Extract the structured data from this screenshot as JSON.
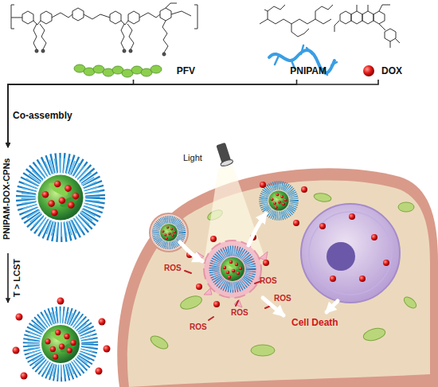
{
  "diagram": {
    "nodes": [
      {
        "text": [
          "PFV"
        ]
      },
      {
        "text": [
          "PNIPAM"
        ]
      },
      {
        "text": [
          "DOX"
        ]
      },
      {
        "text": [
          "PNIPAM-DOX-CPNs"
        ]
      }
    ],
    "edges": [
      {
        "from": 0,
        "to": 3,
        "arrow": "to",
        "label": "Co-assembly"
      },
      {
        "from": 1,
        "to": 3,
        "arrow": "to"
      },
      {
        "from": 2,
        "to": 3,
        "arrow": "to"
      }
    ],
    "labels": [
      "T > LCST",
      "Light",
      "ROS",
      "ROS",
      "ROS",
      "ROS",
      "ROS",
      "Cell Death"
    ]
  }
}
